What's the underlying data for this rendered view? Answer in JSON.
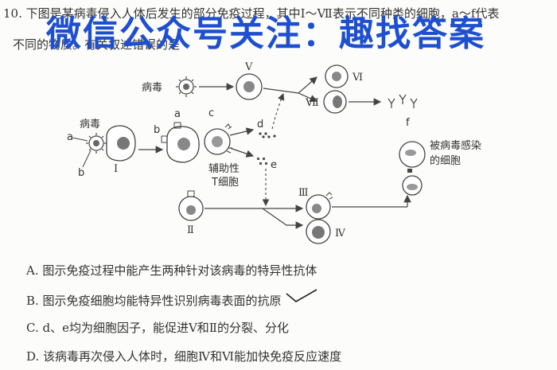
{
  "question": {
    "line1": "10. 下图是某病毒侵入人体后发生的部分免疫过程，其中Ⅰ～Ⅶ表示不同种类的细胞，a～f代表",
    "line2": "不同的物质。有关叙述错误的是"
  },
  "watermark": "微信公众号关注：趣找答案",
  "diagram": {
    "virus_top": "病毒",
    "virus_left": "病毒",
    "label_a_left": "a",
    "label_b_left": "b",
    "label_a_mid": "a",
    "label_b_mid": "b",
    "label_c": "c",
    "label_d": "d",
    "label_e": "e",
    "label_f": "f",
    "cell_I": "Ⅰ",
    "cell_II": "Ⅱ",
    "cell_III": "Ⅲ",
    "cell_IV": "Ⅳ",
    "cell_V": "Ⅴ",
    "cell_VI": "Ⅵ",
    "cell_VII": "Ⅶ",
    "helper_t_line1": "辅助性",
    "helper_t_line2": "T细胞",
    "infected_line1": "被病毒感染",
    "infected_line2": "的细胞"
  },
  "options": {
    "a": "A. 图示免疫过程中能产生两种针对该病毒的特异性抗体",
    "b": "B. 图示免疫细胞均能特异性识别病毒表面的抗原",
    "c": "C. d、e均为细胞因子，能促进Ⅴ和Ⅱ的分裂、分化",
    "d": "D. 该病毒再次侵入人体时，细胞Ⅳ和Ⅵ能加快免疫反应速度"
  }
}
